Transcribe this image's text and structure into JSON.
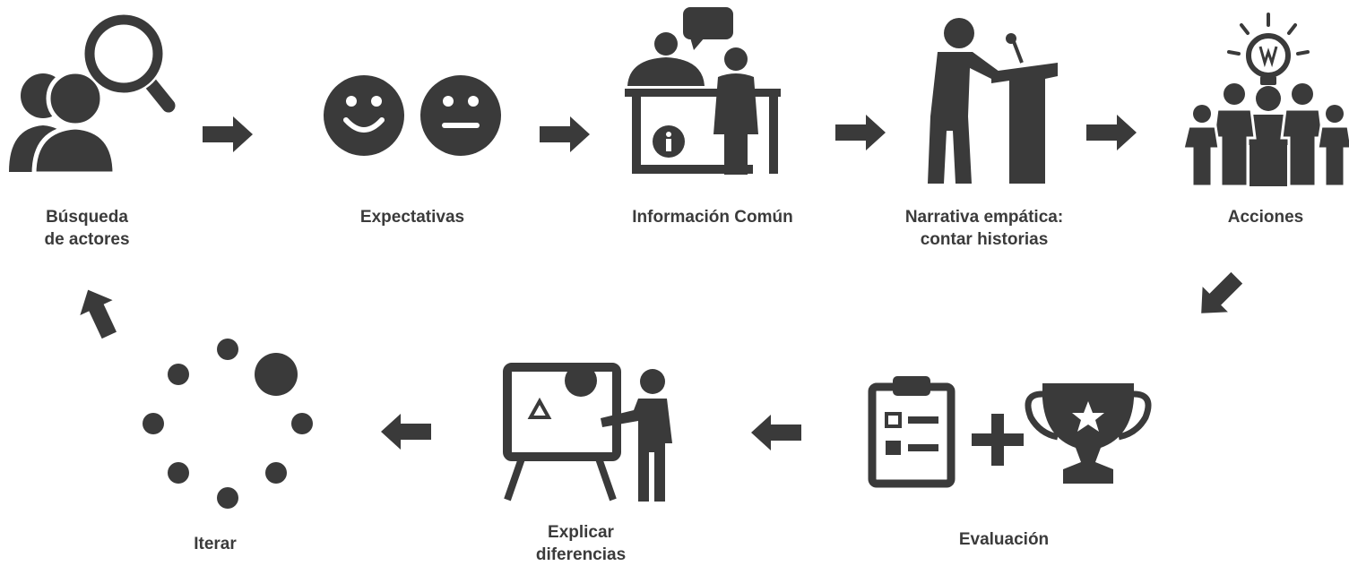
{
  "colors": {
    "icon": "#3a3a3a",
    "text": "#3b3b3b",
    "background": "#ffffff"
  },
  "steps": [
    {
      "label": "Búsqueda\nde actores",
      "icon": "search-people-icon"
    },
    {
      "label": "Expectativas",
      "icon": "smiley-faces-icon"
    },
    {
      "label": "Información Común",
      "icon": "information-desk-icon"
    },
    {
      "label": "Narrativa empática:\ncontar historias",
      "icon": "speaker-podium-icon"
    },
    {
      "label": "Acciones",
      "icon": "team-idea-icon"
    },
    {
      "label": "Evaluación",
      "icon": "checklist-trophy-icon"
    },
    {
      "label": "Explicar\ndiferencias",
      "icon": "presentation-icon"
    },
    {
      "label": "Iterar",
      "icon": "loading-dots-icon"
    }
  ],
  "arrows": [
    "right",
    "right",
    "right",
    "right",
    "down-left",
    "left",
    "left",
    "up-left"
  ]
}
